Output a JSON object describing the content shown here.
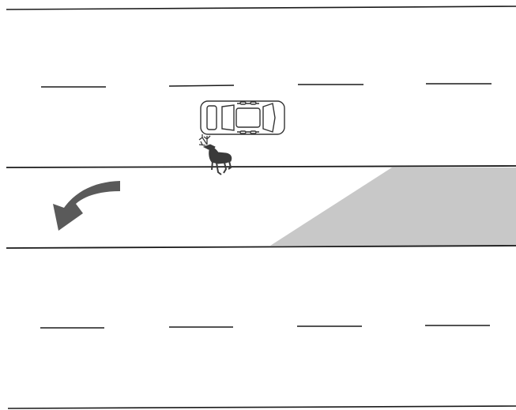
{
  "scene": {
    "description_visible_text": "",
    "background_color": "#ffffff",
    "line_color": "#1a1a1a",
    "turn_lane_fill_color": "#c8c8c8",
    "arrow_color": "#5a5a5a",
    "deer_color": "#3a3a3a",
    "vehicle": {
      "body_color": "#ffffff",
      "outline_color": "#333333",
      "heading": "east"
    },
    "turn_arrow": {
      "direction": "left-turn"
    },
    "lane_layout": {
      "upper_lanes": 2,
      "center_turn_lane": true,
      "lower_lanes": 2
    }
  }
}
